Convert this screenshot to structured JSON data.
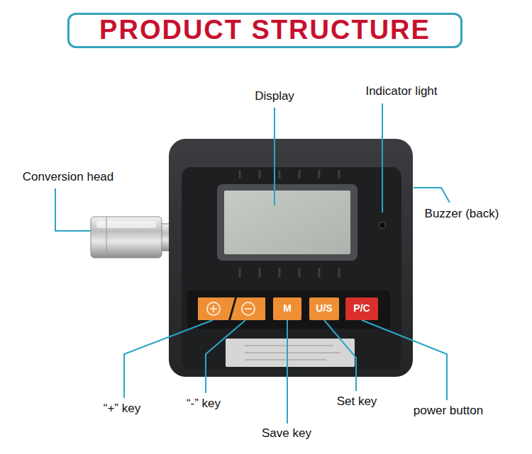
{
  "diagram": {
    "nodes": [
      {
        "text": [
          "PRODUCT STRUCTURE"
        ]
      },
      {
        "text": [
          "M"
        ]
      },
      {
        "text": [
          "U/S"
        ]
      },
      {
        "text": [
          "P/C"
        ]
      }
    ],
    "labels": [
      "Display",
      "Indicator light",
      "Conversion head",
      "Buzzer (back)",
      "“+” key",
      "“-” key",
      "Save key",
      "Set key",
      "power button"
    ]
  }
}
